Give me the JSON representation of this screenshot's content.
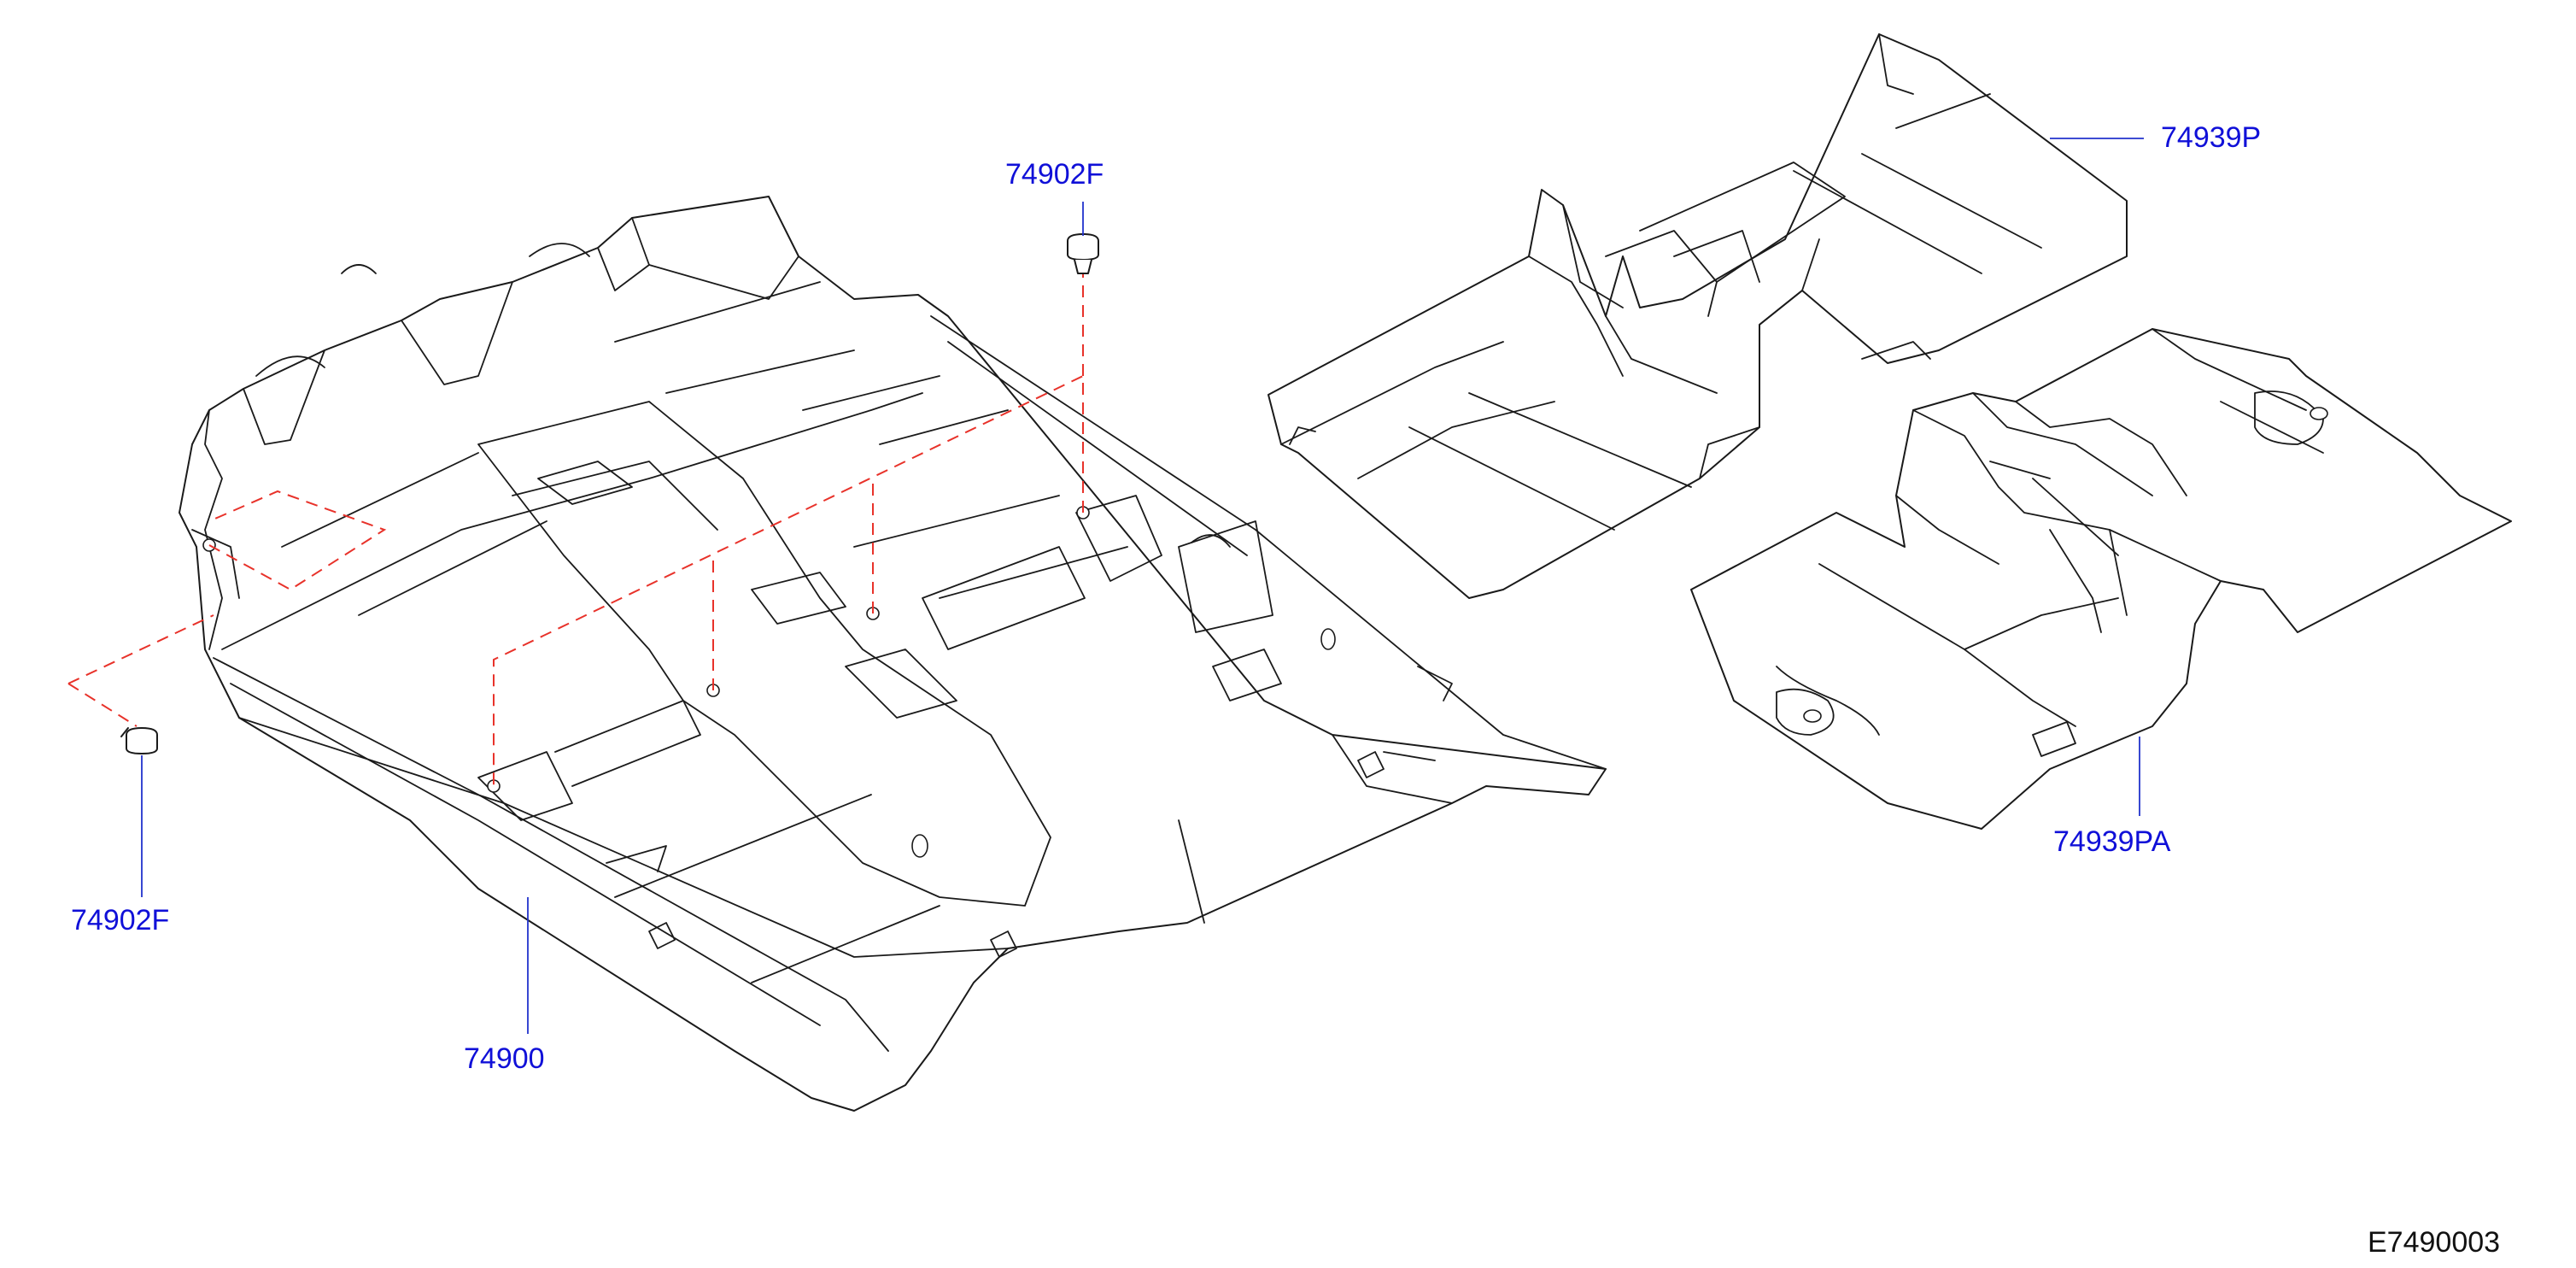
{
  "callouts": {
    "clip_top": "74902F",
    "clip_left": "74902F",
    "carpet_main": "74900",
    "mat_front": "74939P",
    "mat_rear": "74939PA"
  },
  "figure_id": "E7490003",
  "colors": {
    "callout_text": "#1010d8",
    "leader_line": "#2233cc",
    "fastener_dash": "#e8322a",
    "outline": "#1a1a1a"
  }
}
